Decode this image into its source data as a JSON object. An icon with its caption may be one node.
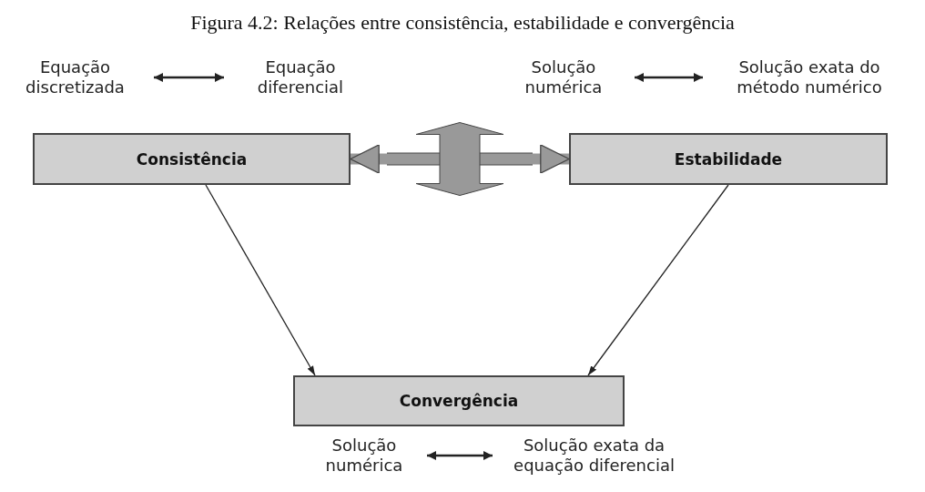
{
  "diagram": {
    "title": "Figura 4.2: Relações entre consistência, estabilidade e convergência",
    "nodes": [
      {
        "text": [
          "Consistência"
        ]
      },
      {
        "text": [
          "Estabilidade"
        ]
      },
      {
        "text": [
          "Convergência"
        ]
      },
      {
        "text": [
          "Equação discretizada"
        ]
      },
      {
        "text": [
          "Equação diferencial"
        ]
      },
      {
        "text": [
          "Solução numérica"
        ]
      },
      {
        "text": [
          "Solução exata do método numérico"
        ]
      },
      {
        "text": [
          "Solução numérica"
        ]
      },
      {
        "text": [
          "Solução exata da equação diferencial"
        ]
      }
    ],
    "edges": [
      {
        "from": 0,
        "to": 1,
        "arrow": "both",
        "style": "thick",
        "color": "#999999"
      },
      {
        "from": 0,
        "to": 2,
        "arrow": "to"
      },
      {
        "from": 1,
        "to": 2,
        "arrow": "to"
      },
      {
        "from": 3,
        "to": 4,
        "arrow": "both"
      },
      {
        "from": 5,
        "to": 6,
        "arrow": "both"
      },
      {
        "from": 7,
        "to": 8,
        "arrow": "both"
      }
    ]
  }
}
